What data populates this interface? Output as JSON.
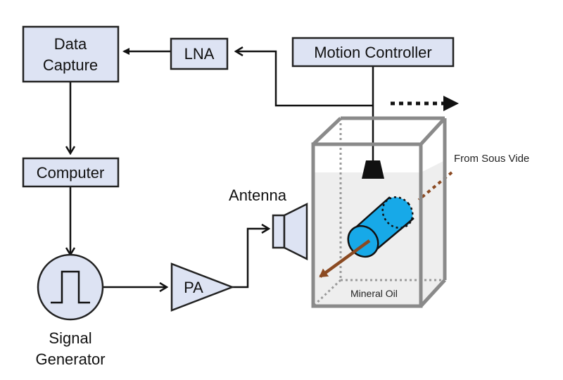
{
  "blocks": {
    "data_capture": [
      "Data",
      "Capture"
    ],
    "lna": "LNA",
    "motion_controller": "Motion Controller",
    "computer": "Computer",
    "pa": "PA"
  },
  "labels": {
    "signal_generator": [
      "Signal",
      "Generator"
    ],
    "antenna": "Antenna",
    "from_sous_vide": "From Sous Vide",
    "mineral_oil": "Mineral Oil"
  },
  "colors": {
    "block_fill": "#dde3f3",
    "tank_edge": "#8a8a8a",
    "oil_fill": "#eeeeee",
    "cylinder": "#17a9e8",
    "flow_arrow": "#8b4a22"
  }
}
